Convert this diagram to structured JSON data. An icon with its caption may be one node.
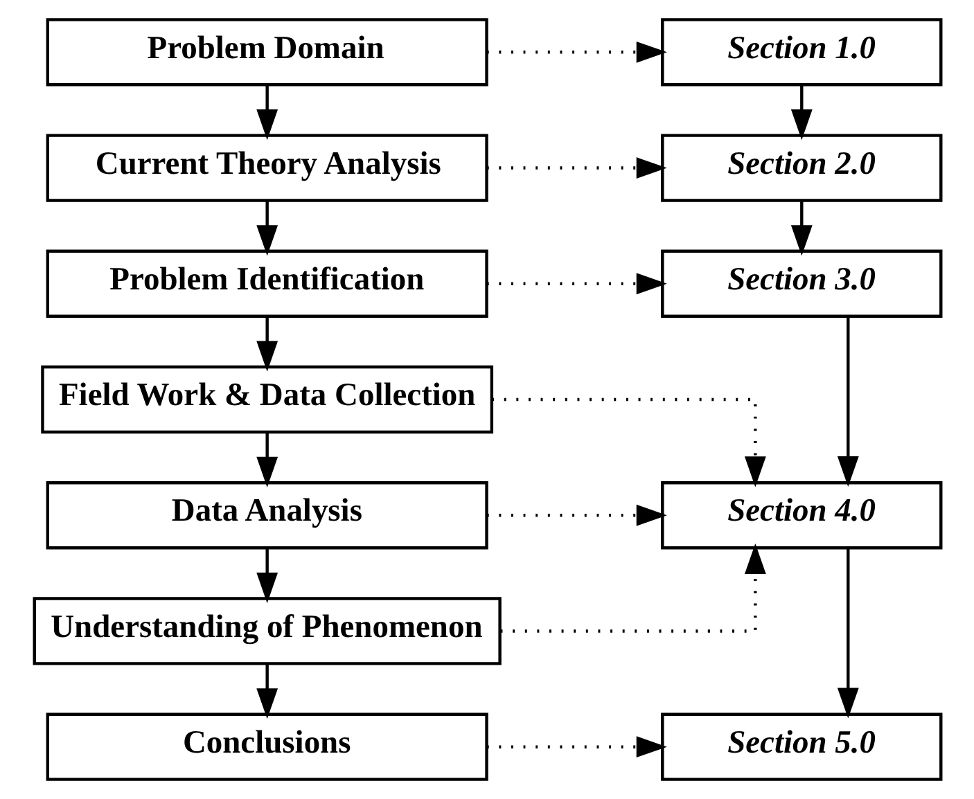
{
  "diagram": {
    "nodes": [
      {
        "text": [
          "Problem Domain"
        ]
      },
      {
        "text": [
          "Current Theory Analysis"
        ]
      },
      {
        "text": [
          "Problem Identification"
        ]
      },
      {
        "text": [
          "Field Work & Data Collection"
        ]
      },
      {
        "text": [
          "Data Analysis"
        ]
      },
      {
        "text": [
          "Understanding of Phenomenon"
        ]
      },
      {
        "text": [
          "Conclusions"
        ]
      },
      {
        "text": [
          "Section 1.0"
        ]
      },
      {
        "text": [
          "Section 2.0"
        ]
      },
      {
        "text": [
          "Section 3.0"
        ]
      },
      {
        "text": [
          "Section 4.0"
        ]
      },
      {
        "text": [
          "Section 5.0"
        ]
      }
    ],
    "edges": [
      {
        "from": 0,
        "to": 1,
        "arrow": "to"
      },
      {
        "from": 1,
        "to": 2,
        "arrow": "to"
      },
      {
        "from": 2,
        "to": 3,
        "arrow": "to"
      },
      {
        "from": 3,
        "to": 4,
        "arrow": "to"
      },
      {
        "from": 4,
        "to": 5,
        "arrow": "to"
      },
      {
        "from": 5,
        "to": 6,
        "arrow": "to"
      },
      {
        "from": 7,
        "to": 8,
        "arrow": "to"
      },
      {
        "from": 8,
        "to": 9,
        "arrow": "to"
      },
      {
        "from": 9,
        "to": 10,
        "arrow": "to"
      },
      {
        "from": 10,
        "to": 11,
        "arrow": "to"
      },
      {
        "from": 0,
        "to": 7,
        "arrow": "to",
        "style": "dashed"
      },
      {
        "from": 1,
        "to": 8,
        "arrow": "to",
        "style": "dashed"
      },
      {
        "from": 2,
        "to": 9,
        "arrow": "to",
        "style": "dashed"
      },
      {
        "from": 3,
        "to": 10,
        "arrow": "to",
        "style": "dashed"
      },
      {
        "from": 4,
        "to": 10,
        "arrow": "to",
        "style": "dashed"
      },
      {
        "from": 5,
        "to": 10,
        "arrow": "to",
        "style": "dashed"
      },
      {
        "from": 6,
        "to": 11,
        "arrow": "to",
        "style": "dashed"
      }
    ]
  }
}
